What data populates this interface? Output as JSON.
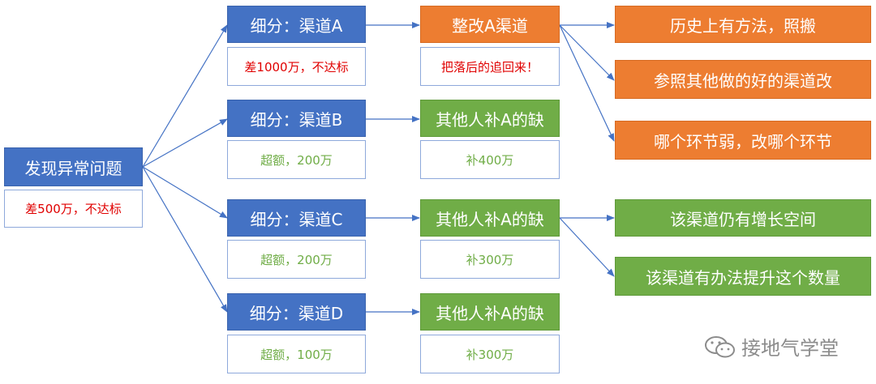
{
  "root": {
    "title": "发现异常问题",
    "note": "差500万，不达标"
  },
  "channels": [
    {
      "title": "细分：渠道A",
      "note": "差1000万，不达标"
    },
    {
      "title": "细分：渠道B",
      "note": "超额，200万"
    },
    {
      "title": "细分：渠道C",
      "note": "超额，200万"
    },
    {
      "title": "细分：渠道D",
      "note": "超额，100万"
    }
  ],
  "actions": [
    {
      "title": "整改A渠道",
      "note": "把落后的追回来！"
    },
    {
      "title": "其他人补A的缺",
      "note": "补400万"
    },
    {
      "title": "其他人补A的缺",
      "note": "补300万"
    },
    {
      "title": "其他人补A的缺",
      "note": "补300万"
    }
  ],
  "details_a": [
    "历史上有方法，照搬",
    "参照其他做的好的渠道改",
    "哪个环节弱，改哪个环节"
  ],
  "details_c": [
    "该渠道仍有增长空间",
    "该渠道有办法提升这个数量"
  ],
  "watermark": "接地气学堂",
  "colors": {
    "blue": "#4472c4",
    "orange": "#ed7d31",
    "green": "#70ad47",
    "red": "#e00000"
  }
}
